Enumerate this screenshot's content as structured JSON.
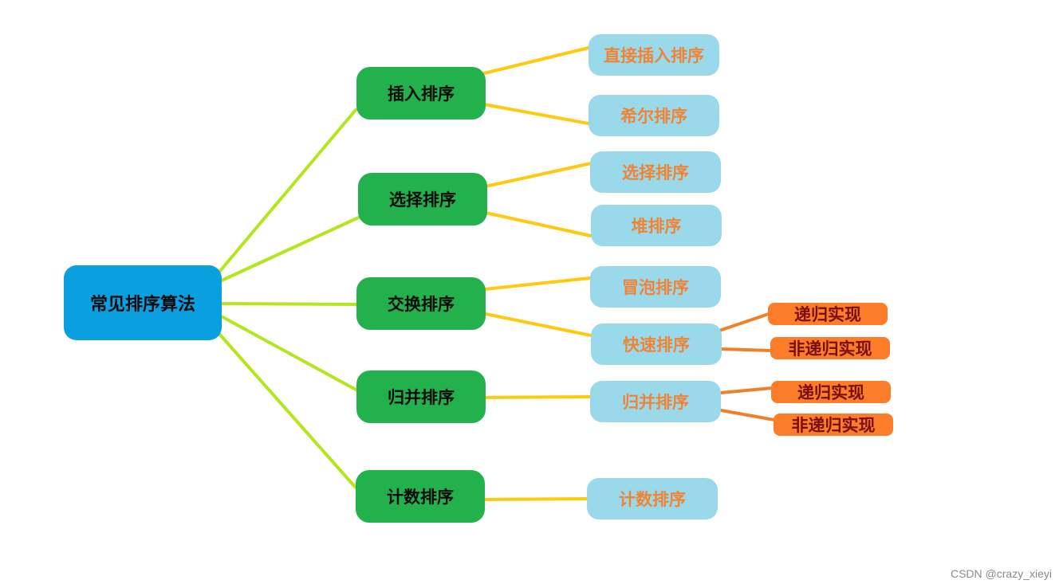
{
  "colors": {
    "root_fill": "#0aa0e0",
    "category_fill": "#22b14c",
    "algorithm_fill": "#99d9ea",
    "algorithm_text": "#f08436",
    "implementation_fill": "#fb7d2a",
    "implementation_text": "#7a0f0f",
    "root_connector": "#b5e61d",
    "category_connector": "#ffc90e",
    "implementation_connector": "#f07f2a"
  },
  "root": {
    "label": "常见排序算法"
  },
  "categories": [
    {
      "label": "插入排序",
      "algorithms": [
        {
          "label": "直接插入排序"
        },
        {
          "label": "希尔排序"
        }
      ]
    },
    {
      "label": "选择排序",
      "algorithms": [
        {
          "label": "选择排序"
        },
        {
          "label": "堆排序"
        }
      ]
    },
    {
      "label": "交换排序",
      "algorithms": [
        {
          "label": "冒泡排序"
        },
        {
          "label": "快速排序",
          "implementations": [
            "递归实现",
            "非递归实现"
          ]
        }
      ]
    },
    {
      "label": "归并排序",
      "algorithms": [
        {
          "label": "归并排序",
          "implementations": [
            "递归实现",
            "非递归实现"
          ]
        }
      ]
    },
    {
      "label": "计数排序",
      "algorithms": [
        {
          "label": "计数排序"
        }
      ]
    }
  ],
  "watermark": "CSDN @crazy_xieyi"
}
